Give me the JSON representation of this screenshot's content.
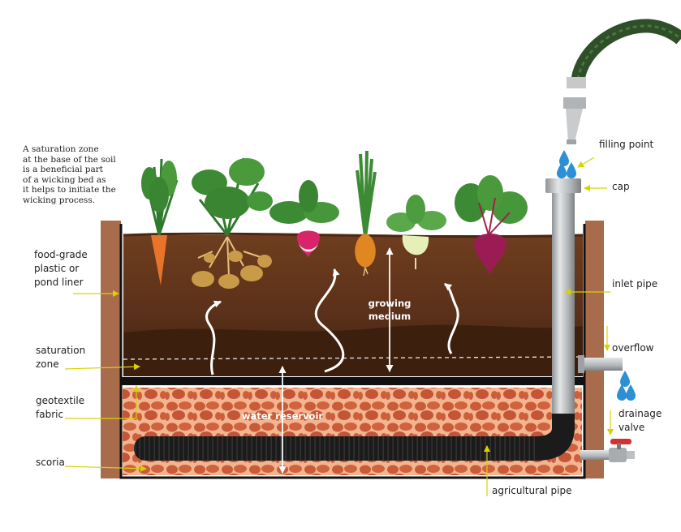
{
  "note": "A saturation zone\nat the base of the soil\nis a beneficial part\nof a wicking bed as\nit helps to initiate the\nwicking process.",
  "labels": {
    "liner": "food-grade\nplastic or\npond liner",
    "saturation": "saturation\nzone",
    "geotextile": "geotextile\nfabric",
    "scoria": "scoria",
    "filling": "filling point",
    "cap": "cap",
    "inlet": "inlet pipe",
    "overflow": "overflow",
    "drainage": "drainage\nvalve",
    "agri": "agricultural pipe",
    "growing": "growing\nmedium",
    "reservoir": "water reservoir"
  },
  "colors": {
    "wood": "#a86b4c",
    "soil_top": "#6a3a1c",
    "soil_bottom": "#4a2712",
    "scoria": "#c95a3a",
    "scoria_bg": "#f0b08a",
    "pipe": "#b9bcbf",
    "hose": "#355b2f",
    "arrow": "#d9d200",
    "water": "#2d8fd5"
  }
}
